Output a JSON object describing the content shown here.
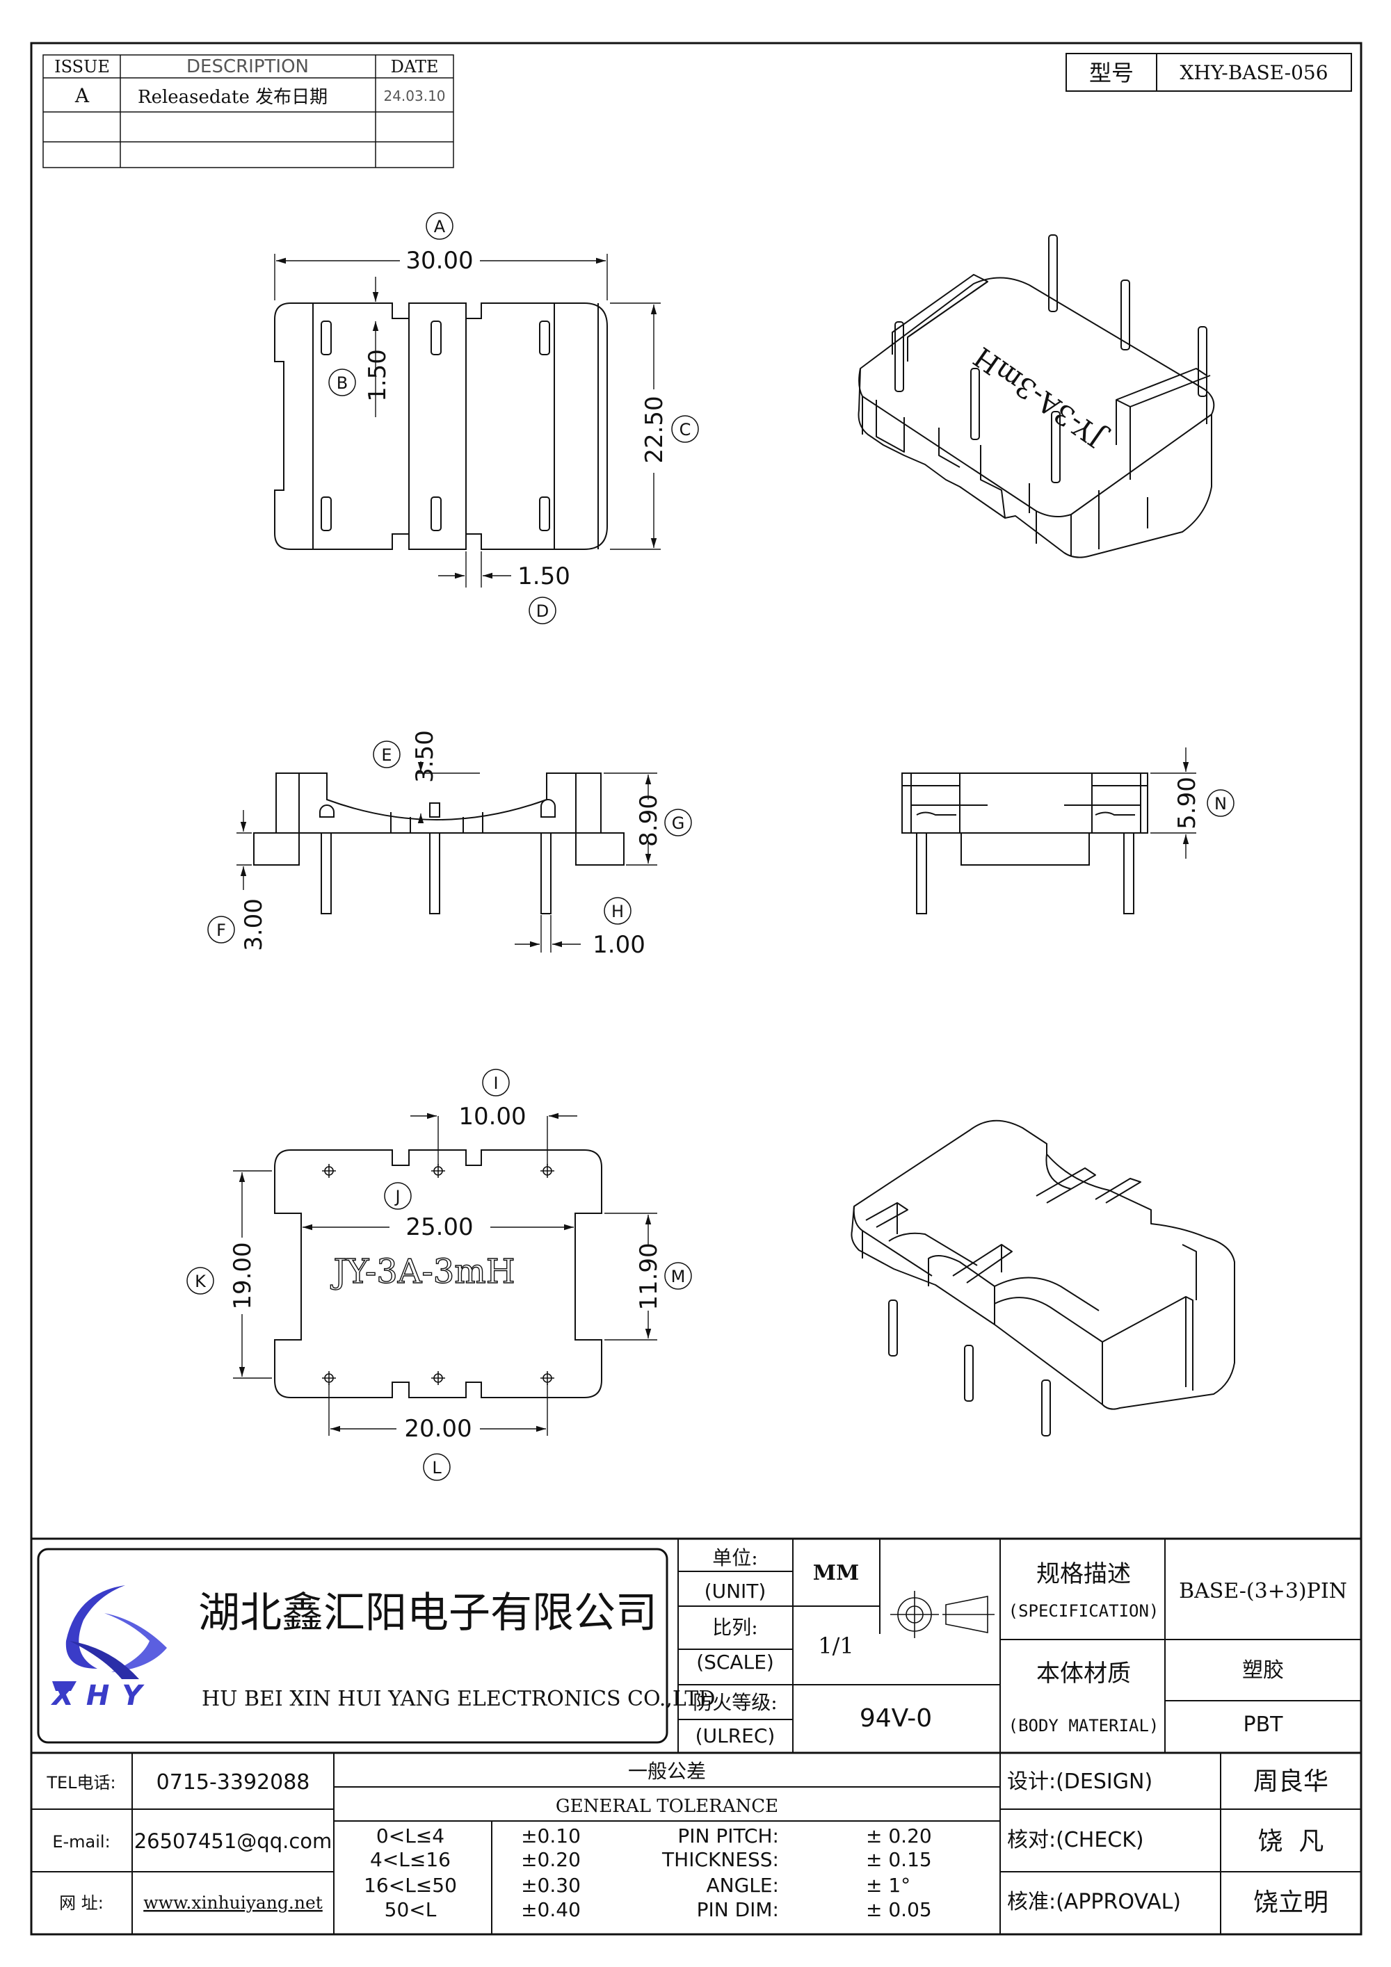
{
  "revision_table": {
    "headers": [
      "ISSUE",
      "DESCRIPTION",
      "DATE"
    ],
    "rows": [
      {
        "issue": "A",
        "description": "Releasedate 发布日期",
        "date": "24.03.10"
      }
    ]
  },
  "model_box": {
    "label": "型号",
    "value": "XHY-BASE-056"
  },
  "top_view": {
    "dims": {
      "A": {
        "tag": "A",
        "value": "30.00"
      },
      "B": {
        "tag": "B",
        "value": "1.50"
      },
      "C": {
        "tag": "C",
        "value": "22.50"
      },
      "D": {
        "tag": "D",
        "value": "1.50"
      }
    }
  },
  "iso_top": {
    "marking": "JY-3A-3mH"
  },
  "front_view": {
    "dims": {
      "E": {
        "tag": "E",
        "value": "3.50"
      },
      "G": {
        "tag": "G",
        "value": "8.90"
      },
      "F": {
        "tag": "F",
        "value": "3.00"
      },
      "H": {
        "tag": "H",
        "value": "1.00"
      }
    }
  },
  "side_view": {
    "dims": {
      "N": {
        "tag": "N",
        "value": "5.90"
      }
    }
  },
  "bottom_view": {
    "marking": "JY-3A-3mH",
    "dims": {
      "I": {
        "tag": "I",
        "value": "10.00"
      },
      "J": {
        "tag": "J",
        "value": "25.00"
      },
      "K": {
        "tag": "K",
        "value": "19.00"
      },
      "M": {
        "tag": "M",
        "value": "11.90"
      },
      "L": {
        "tag": "L",
        "value": "20.00"
      }
    }
  },
  "title_block": {
    "company_cn": "湖北鑫汇阳电子有限公司",
    "company_en": "HU BEI XIN HUI YANG ELECTRONICS CO.,LTD",
    "logo_text": "XHY",
    "unit_label_cn": "单位:",
    "unit_label_en": "(UNIT)",
    "unit_value": "MM",
    "scale_label_cn": "比列:",
    "scale_label_en": "(SCALE)",
    "scale_value": "1/1",
    "ulrec_label_cn": "防火等级:",
    "ulrec_label_en": "(ULREC)",
    "ulrec_value": "94V-0",
    "spec_label_cn": "规格描述",
    "spec_label_en": "(SPECIFICATION)",
    "spec_value": "BASE-(3+3)PIN",
    "material_label_cn": "本体材质",
    "material_label_en": "(BODY MATERIAL)",
    "material_value_cn": "塑胶",
    "material_value": "PBT",
    "tel_label": "TEL电话:",
    "tel_value": "0715-3392088",
    "email_label": "E-mail:",
    "email_value": "26507451@qq.com",
    "web_label": "网  址:",
    "web_value": "www.xinhuiyang.net",
    "tolerance_cn": "一般公差",
    "tolerance_en": "GENERAL TOLERANCE",
    "tolerance_rows": [
      {
        "range": "0<L≤4",
        "tol": "±0.10",
        "item": "PIN PITCH:",
        "val": "±  0.20"
      },
      {
        "range": "4<L≤16",
        "tol": "±0.20",
        "item": "THICKNESS:",
        "val": "±  0.15"
      },
      {
        "range": "16<L≤50",
        "tol": "±0.30",
        "item": "ANGLE:",
        "val": "±  1°"
      },
      {
        "range": "50<L",
        "tol": "±0.40",
        "item": "PIN DIM:",
        "val": "±  0.05"
      }
    ],
    "design_label": "设计:(DESIGN)",
    "design_value": "周良华",
    "check_label": "核对:(CHECK)",
    "check_value": "饶  凡",
    "approval_label": "核准:(APPROVAL)",
    "approval_value": "饶立明"
  }
}
